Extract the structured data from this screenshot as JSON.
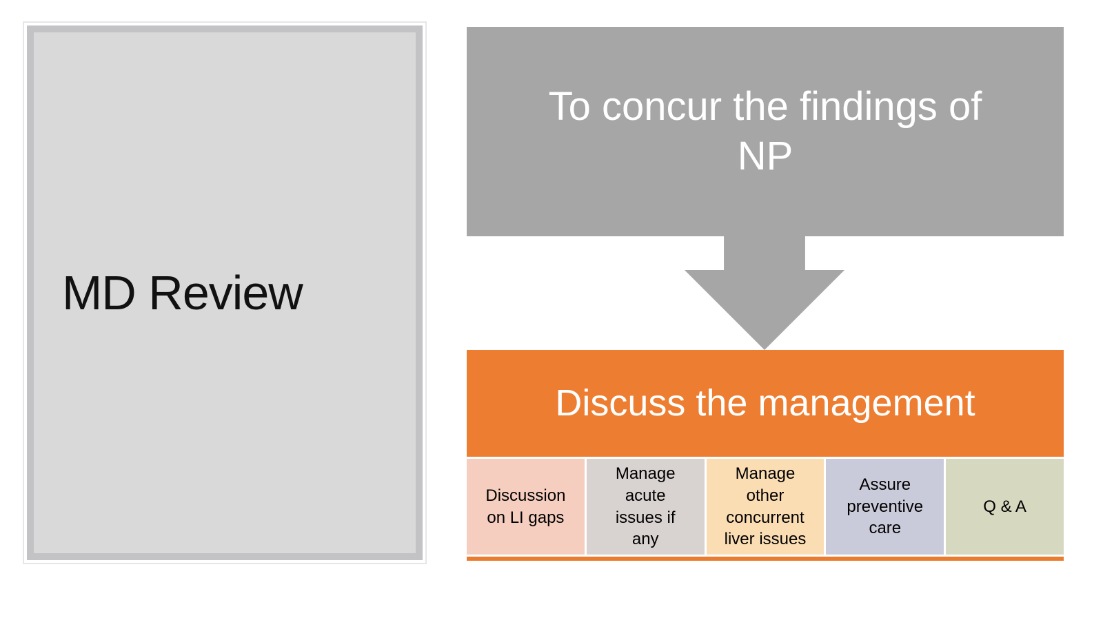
{
  "left_panel": {
    "title": "MD Review"
  },
  "flow": {
    "top_box": {
      "label": "To concur the findings of\nNP"
    },
    "main_box": {
      "label": "Discuss the management"
    },
    "sub_boxes": [
      {
        "label": "Discussion\non LI gaps",
        "color": "#F6CEC0"
      },
      {
        "label": "Manage\nacute\nissues if\nany",
        "color": "#D8D2D0"
      },
      {
        "label": "Manage\nother\nconcurrent\nliver issues",
        "color": "#FBDDB4"
      },
      {
        "label": "Assure\npreventive\ncare",
        "color": "#CACBDA"
      },
      {
        "label": "Q & A",
        "color": "#D6D8C0"
      }
    ]
  },
  "colors": {
    "gray": "#A6A6A6",
    "orange": "#ED7D31",
    "strip": "#E97C2E",
    "left_fill": "#D9D9D9",
    "left_border": "#C3C3C6"
  }
}
